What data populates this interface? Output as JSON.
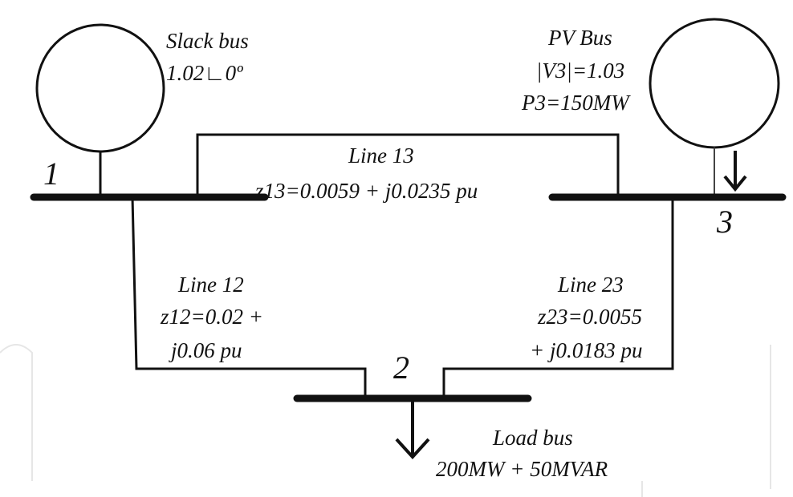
{
  "buses": {
    "bus1": {
      "number": "1",
      "type_label": "Slack bus",
      "voltage": "1.02∟0º"
    },
    "bus2": {
      "number": "2",
      "type_label": "Load bus",
      "load": "200MW + 50MVAR"
    },
    "bus3": {
      "number": "3",
      "type_label": "PV Bus",
      "voltage_mag": "|V3|=1.03",
      "power": "P3=150MW"
    }
  },
  "lines": {
    "line13": {
      "name": "Line 13",
      "impedance": "z13=0.0059 + j0.0235 pu"
    },
    "line12": {
      "name": "Line 12",
      "impedance_a": "z12=0.02 +",
      "impedance_b": "j0.06 pu"
    },
    "line23": {
      "name": "Line 23",
      "impedance_a": "z23=0.0055",
      "impedance_b": "+ j0.0183 pu"
    }
  },
  "colors": {
    "ink": "#111111",
    "watermark": "#e6e6e6"
  }
}
